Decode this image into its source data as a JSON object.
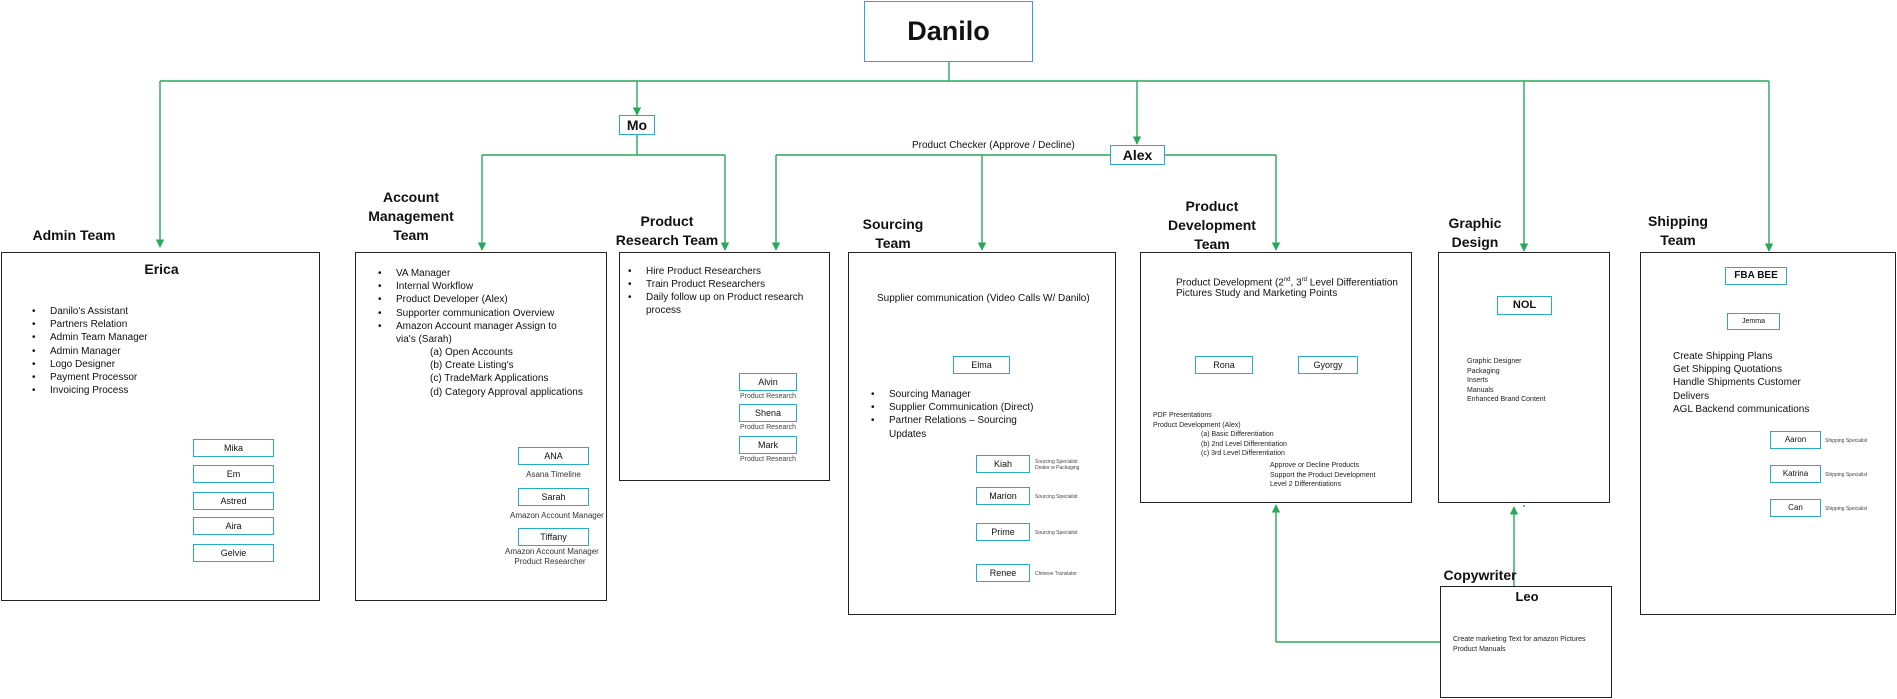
{
  "ceo": "Danilo",
  "managers": {
    "mo": "Mo",
    "alex": "Alex",
    "checker_label": "Product Checker (Approve / Decline)"
  },
  "admin": {
    "title": "Admin Team",
    "lead": "Erica",
    "duties": [
      "Danilo's Assistant",
      "Partners Relation",
      "Admin Team Manager",
      "Admin Manager",
      "Logo Designer",
      "Payment Processor",
      "Invoicing Process"
    ],
    "members": [
      "Mika",
      "Em",
      "Astred",
      "Aira",
      "Gelvie"
    ]
  },
  "account": {
    "title_1": "Account",
    "title_2": "Management",
    "title_3": "Team",
    "duties": [
      "VA Manager",
      "Internal Workflow",
      "Product Developer (Alex)",
      "Supporter communication Overview",
      "Amazon Account manager Assign to",
      "via's (Sarah)"
    ],
    "sub_duties": [
      "(a) Open Accounts",
      "(b) Create Listing's",
      "(c)  TradeMark Applications",
      "(d) Category Approval applications"
    ],
    "members": [
      {
        "name": "ANA",
        "role": "Asana Timeline",
        "role2": ""
      },
      {
        "name": "Sarah",
        "role": "Amazon Account Manager",
        "role2": ""
      },
      {
        "name": "Tiffany",
        "role": "Amazon Account Manager",
        "role2": "Product Researcher"
      }
    ]
  },
  "research": {
    "title_1": "Product",
    "title_2": "Research Team",
    "duties": [
      "Hire Product Researchers",
      "Train Product Researchers",
      "Daily follow up on Product research",
      "process"
    ],
    "members": [
      {
        "name": "Alvin",
        "role": "Product Research"
      },
      {
        "name": "Shena",
        "role": "Product Research"
      },
      {
        "name": "Mark",
        "role": "Product Research"
      }
    ]
  },
  "sourcing": {
    "title_1": "Sourcing",
    "title_2": "Team",
    "intro": "Supplier communication (Video Calls W/ Danilo)",
    "lead": "Elma",
    "duties": [
      "Sourcing Manager",
      "Supplier Communication (Direct)",
      "Partner Relations – Sourcing",
      "Updates"
    ],
    "members": [
      {
        "name": "Kiah",
        "role": "Sourcing Specialist",
        "role2": "Dealer w Packaging"
      },
      {
        "name": "Marion",
        "role": "Sourcing Specialist",
        "role2": ""
      },
      {
        "name": "Prime",
        "role": "Sourcing Specialist",
        "role2": ""
      },
      {
        "name": "Renee",
        "role": "Chinese Translator",
        "role2": ""
      }
    ]
  },
  "development": {
    "title_1": "Product",
    "title_2": "Development",
    "title_3": "Team",
    "intro_1": "Product Development (2",
    "sup_a": "nd",
    "intro_mid": ", 3",
    "sup_b": "rd",
    "intro_end": " Level Differentiation",
    "intro_2": "Pictures Study and Marketing Points",
    "leads": [
      "Rona",
      "Gyorgy"
    ],
    "rona_tasks": [
      "PDF Presentations",
      "Product Development (Alex)",
      "(a) Basic Differentiation",
      "(b) 2nd Level Differentiation",
      "(c) 3rd Level Differentiation"
    ],
    "gyorgy_tasks": [
      "Approve or Decline Products",
      "Support the Product Development",
      "Level 2 Differentiations"
    ]
  },
  "graphic": {
    "title_1": "Graphic",
    "title_2": "Design",
    "lead": "NOL",
    "tasks": [
      "Graphic Designer",
      "Packaging",
      "Inserts",
      "Manuals",
      "Enhanced Brand Content"
    ]
  },
  "shipping": {
    "title_1": "Shipping",
    "title_2": "Team",
    "lead": "FBA BEE",
    "sub_lead": "Jemma",
    "duties": [
      "Create Shipping Plans",
      "Get Shipping Quotations",
      "Handle Shipments Customer",
      "Delivers",
      "AGL Backend communications"
    ],
    "members": [
      {
        "name": "Aaron",
        "role": "Shipping Specialist"
      },
      {
        "name": "Katrina",
        "role": "Shipping Specialist"
      },
      {
        "name": "Can",
        "role": "Shipping Specialist"
      }
    ]
  },
  "copywriter": {
    "title": "Copywriter",
    "name": "Leo",
    "tasks": [
      "Create marketing Text for amazon Pictures",
      "Product Manuals"
    ]
  },
  "colors": {
    "line": "#27a85a",
    "node_border": "#2aa9c9",
    "panel_border": "#222222"
  }
}
